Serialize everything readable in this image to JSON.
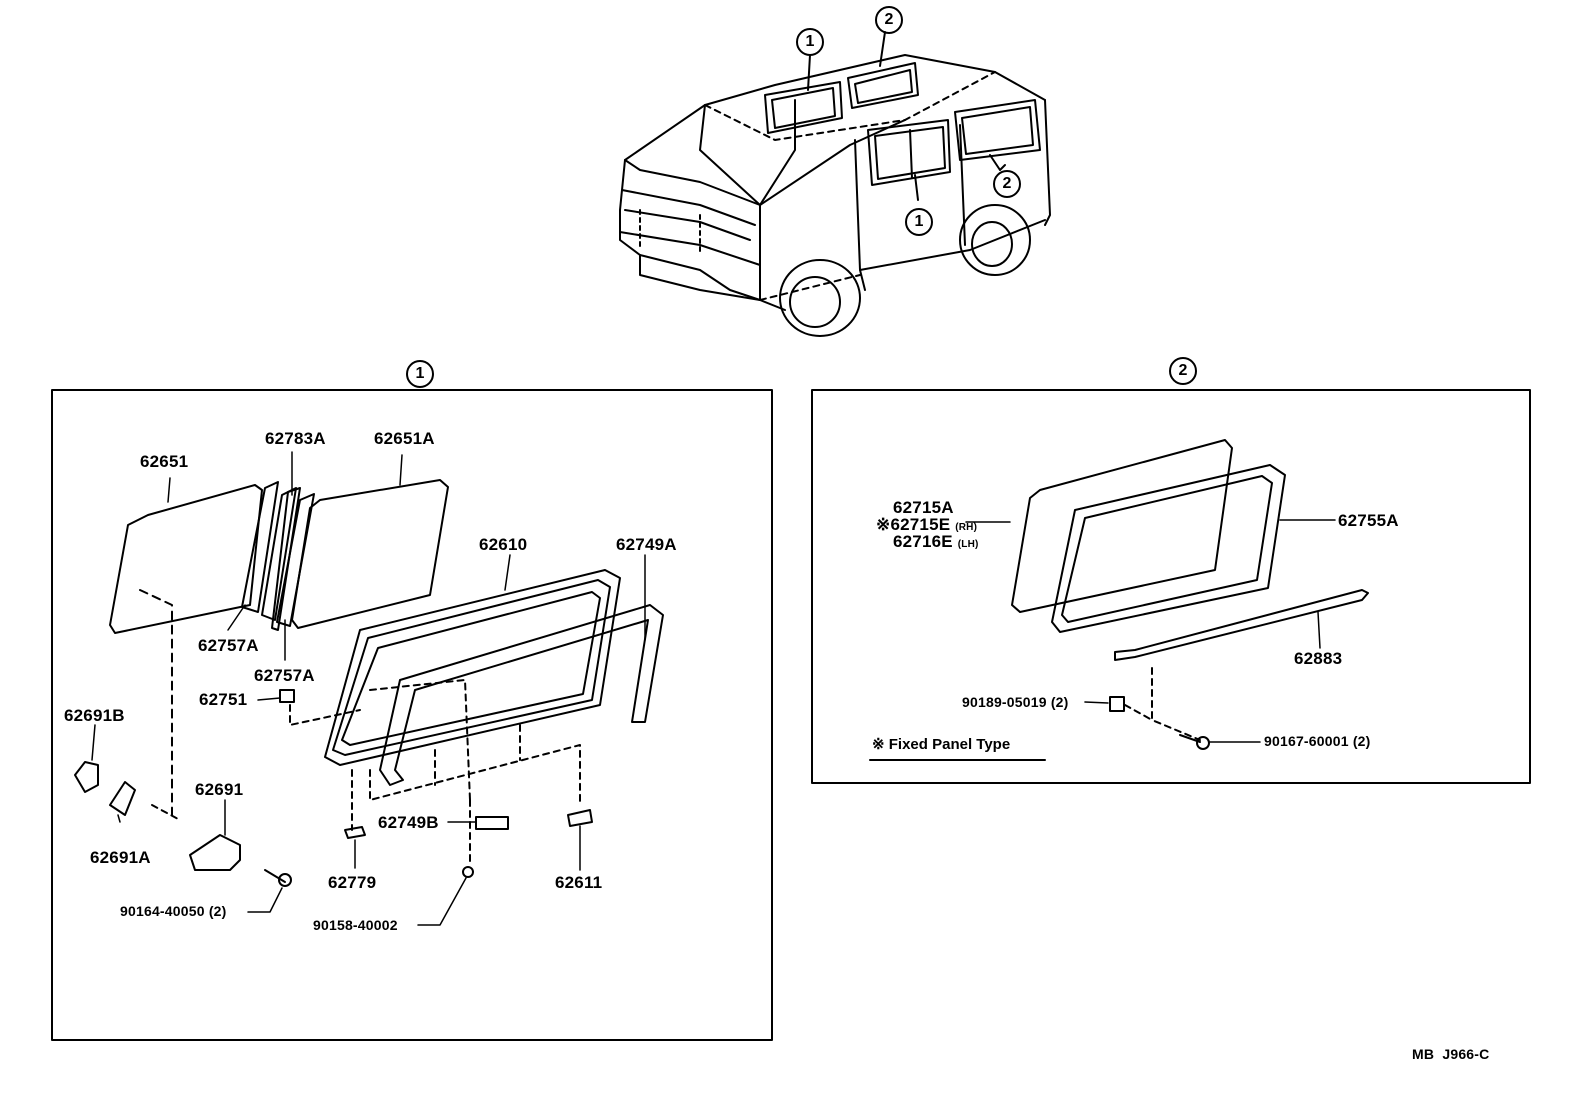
{
  "callouts": {
    "panel1": "1",
    "panel2": "2"
  },
  "panel1": {
    "parts": {
      "p62651": "62651",
      "p62783A": "62783A",
      "p62651A": "62651A",
      "p62610": "62610",
      "p62749A": "62749A",
      "p62757A_1": "62757A",
      "p62757A_2": "62757A",
      "p62751": "62751",
      "p62691B": "62691B",
      "p62691": "62691",
      "p62691A": "62691A",
      "p62749B": "62749B",
      "p62779": "62779",
      "p62611": "62611",
      "p90164": "90164-40050 (2)",
      "p90158": "90158-40002"
    }
  },
  "panel2": {
    "parts": {
      "p62715A": "62715A",
      "p62715E": "62715E",
      "p62715E_side": "(RH)",
      "p62716E": "62716E",
      "p62716E_side": "(LH)",
      "p62755A": "62755A",
      "p62883": "62883",
      "p90189": "90189-05019 (2)",
      "p90167": "90167-60001 (2)"
    },
    "note_mark": "※",
    "note_text": "Fixed Panel Type"
  },
  "footer_code": "MB  J966-C"
}
